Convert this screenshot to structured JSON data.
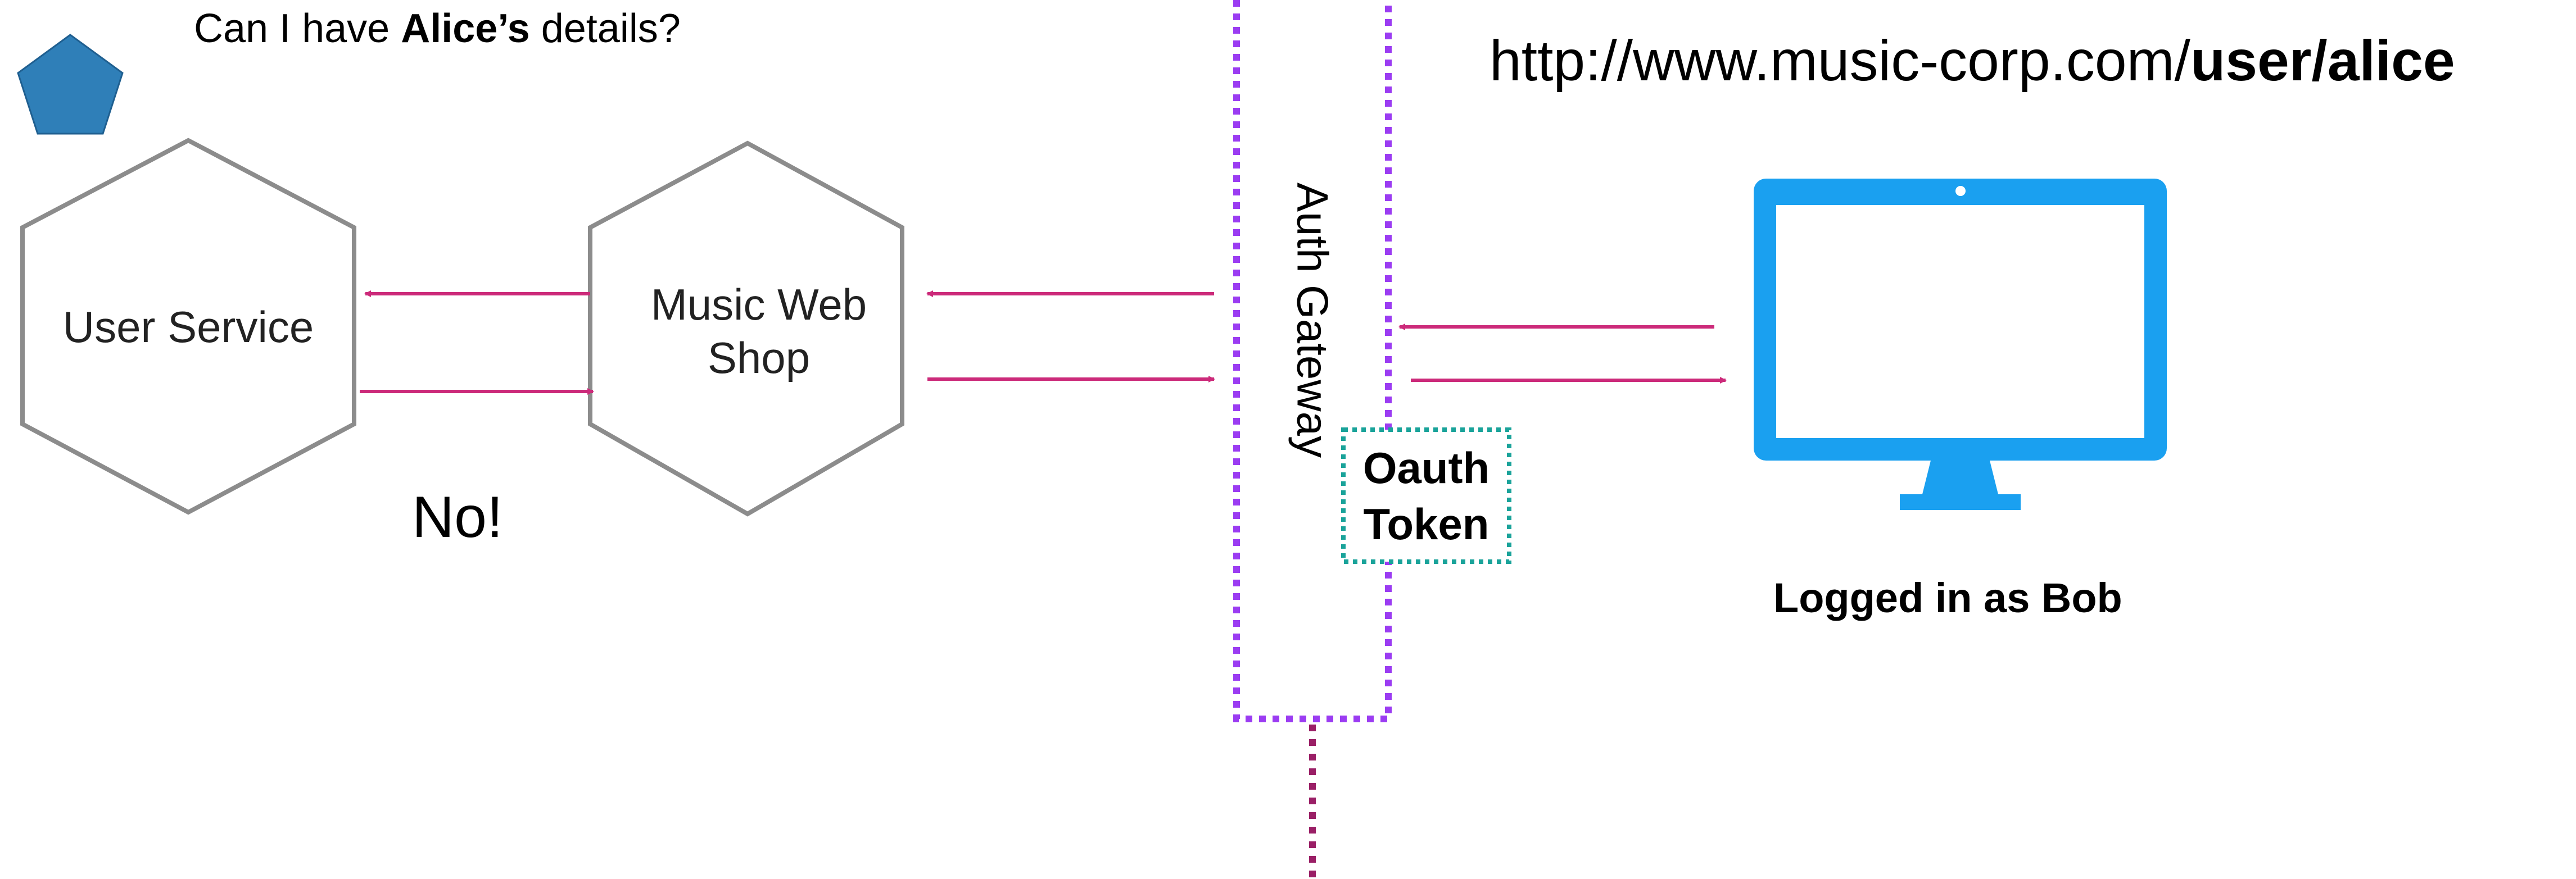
{
  "question": {
    "prefix": "Can I have ",
    "name": "Alice’s",
    "suffix": " details?"
  },
  "url": {
    "prefix": "http://www.music-corp.com/",
    "path": "user/alice"
  },
  "services": {
    "user_service": "User Service",
    "music_web_shop_line1": "Music Web",
    "music_web_shop_line2": "Shop"
  },
  "gateway": {
    "label": "Auth Gateway"
  },
  "token": {
    "line1": "Oauth",
    "line2": "Token"
  },
  "response": "No!",
  "client": {
    "status": "Logged in as Bob"
  },
  "colors": {
    "pentagon": "#2f7fb8",
    "arrow": "#cc2a7a",
    "gateway_border": "#9b3cf2",
    "token_border": "#1aa39a",
    "monitor": "#1aa0f0",
    "hex_stroke": "#8c8c8c",
    "below_gateway": "#9a1f66"
  },
  "icons": [
    "pentagon-icon",
    "monitor-icon"
  ]
}
